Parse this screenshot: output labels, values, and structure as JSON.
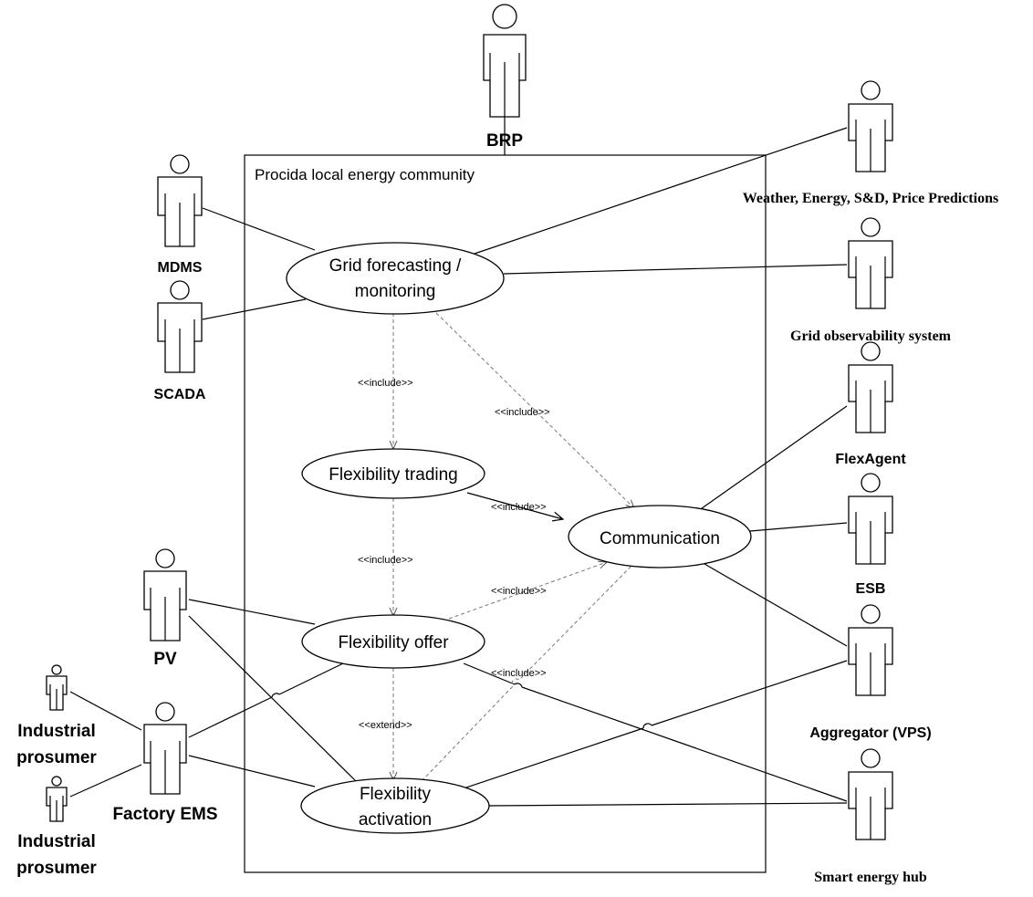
{
  "system": {
    "title": "Procida local energy community"
  },
  "use_cases": {
    "grid_forecasting": [
      "Grid forecasting /",
      "monitoring"
    ],
    "flexibility_trading": "Flexibility trading",
    "communication": "Communication",
    "flexibility_offer": "Flexibility offer",
    "flexibility_activation": [
      "Flexibility",
      "activation"
    ]
  },
  "actors": {
    "brp": "BRP",
    "mdms": "MDMS",
    "scada": "SCADA",
    "weather": "Weather, Energy, S&D, Price Predictions",
    "grid_observability": "Grid observability system",
    "flexagent": "FlexAgent",
    "esb": "ESB",
    "aggregator": "Aggregator (VPS)",
    "smart_energy_hub": "Smart energy hub",
    "pv": "PV",
    "factory_ems": "Factory EMS",
    "industrial_prosumer_1": [
      "Industrial",
      "prosumer"
    ],
    "industrial_prosumer_2": [
      "Industrial",
      "prosumer"
    ]
  },
  "relations": {
    "include_1": "<<include>>",
    "include_2": "<<include>>",
    "include_3": "<<include>>",
    "include_4": "<<include>>",
    "include_5": "<<include>>",
    "include_6": "<<include>>",
    "extend_1": "<<extend>>"
  }
}
